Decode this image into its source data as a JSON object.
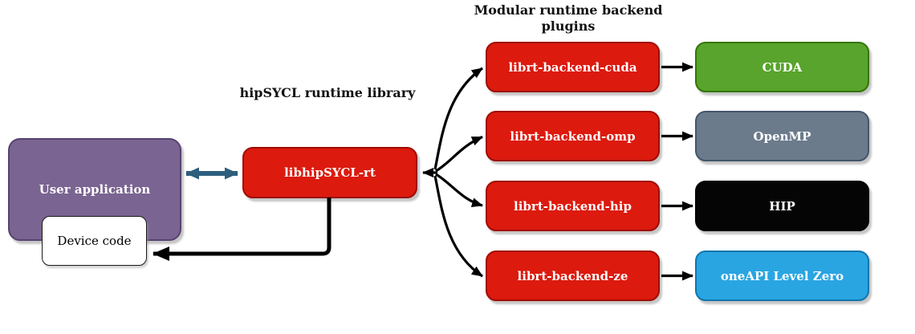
{
  "diagram": {
    "titles": {
      "runtime_library": "hipSYCL runtime library",
      "plugins": "Modular runtime backend\nplugins"
    },
    "nodes": {
      "user_application": "User application",
      "device_code": "Device code",
      "libhipsycl_rt": "libhipSYCL-rt",
      "backend_cuda": "librt-backend-cuda",
      "backend_omp": "librt-backend-omp",
      "backend_hip": "librt-backend-hip",
      "backend_ze": "librt-backend-ze",
      "cuda": "CUDA",
      "openmp": "OpenMP",
      "hip": "HIP",
      "oneapi_level_zero": "oneAPI Level Zero"
    },
    "colors": {
      "plugin_red": "#dc1a0e",
      "user_app_purple": "#7a6491",
      "cuda_green": "#58a42c",
      "openmp_slate": "#6b7b8c",
      "hip_black": "#050505",
      "level_zero_blue": "#29a5e2",
      "link_teal": "#2d5f7d",
      "link_black": "#000000"
    }
  }
}
